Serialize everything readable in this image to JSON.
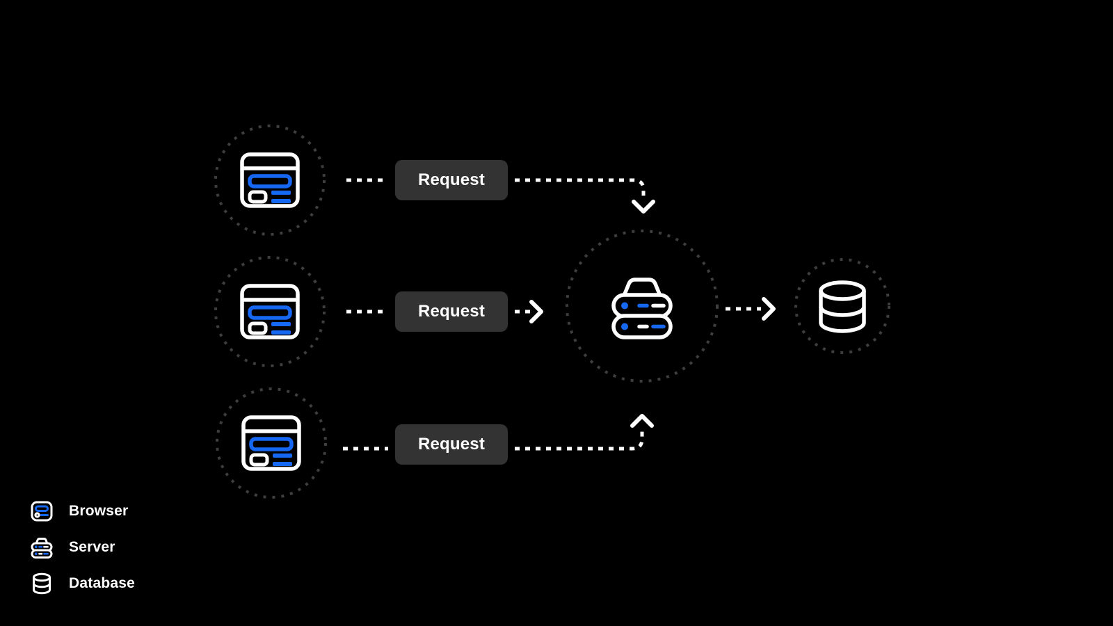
{
  "colors": {
    "background": "#000000",
    "accent_blue": "#1668f2",
    "icon_stroke": "#ffffff",
    "pill_bg": "#333333",
    "pill_text": "#ffffff",
    "dotted_circle": "#3e3e3e",
    "arrow": "#ffffff"
  },
  "flows": [
    {
      "label": "Request"
    },
    {
      "label": "Request"
    },
    {
      "label": "Request"
    }
  ],
  "legend": {
    "items": [
      {
        "label": "Browser",
        "icon": "browser-icon"
      },
      {
        "label": "Server",
        "icon": "server-icon"
      },
      {
        "label": "Database",
        "icon": "database-icon"
      }
    ]
  }
}
